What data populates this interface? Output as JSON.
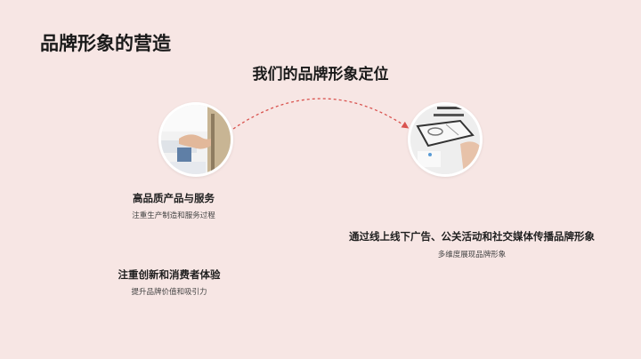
{
  "slide": {
    "title": "品牌形象的营造",
    "subtitle": "我们的品牌形象定位",
    "colors": {
      "background": "#f7e6e4",
      "arc": "#d9534f",
      "text": "#1a1a1a"
    },
    "images": [
      {
        "icon": "handshake-photo",
        "description": "handshake business meeting"
      },
      {
        "icon": "documents-photo",
        "description": "office documents and glasses on desk"
      }
    ],
    "items": [
      {
        "title": "高品质产品与服务",
        "desc": "注重生产制造和服务过程"
      },
      {
        "title": "注重创新和消费者体验",
        "desc": "提升品牌价值和吸引力"
      },
      {
        "title": "通过线上线下广告、公关活动和社交媒体传播品牌形象",
        "desc": "多维度展现品牌形象"
      }
    ]
  }
}
